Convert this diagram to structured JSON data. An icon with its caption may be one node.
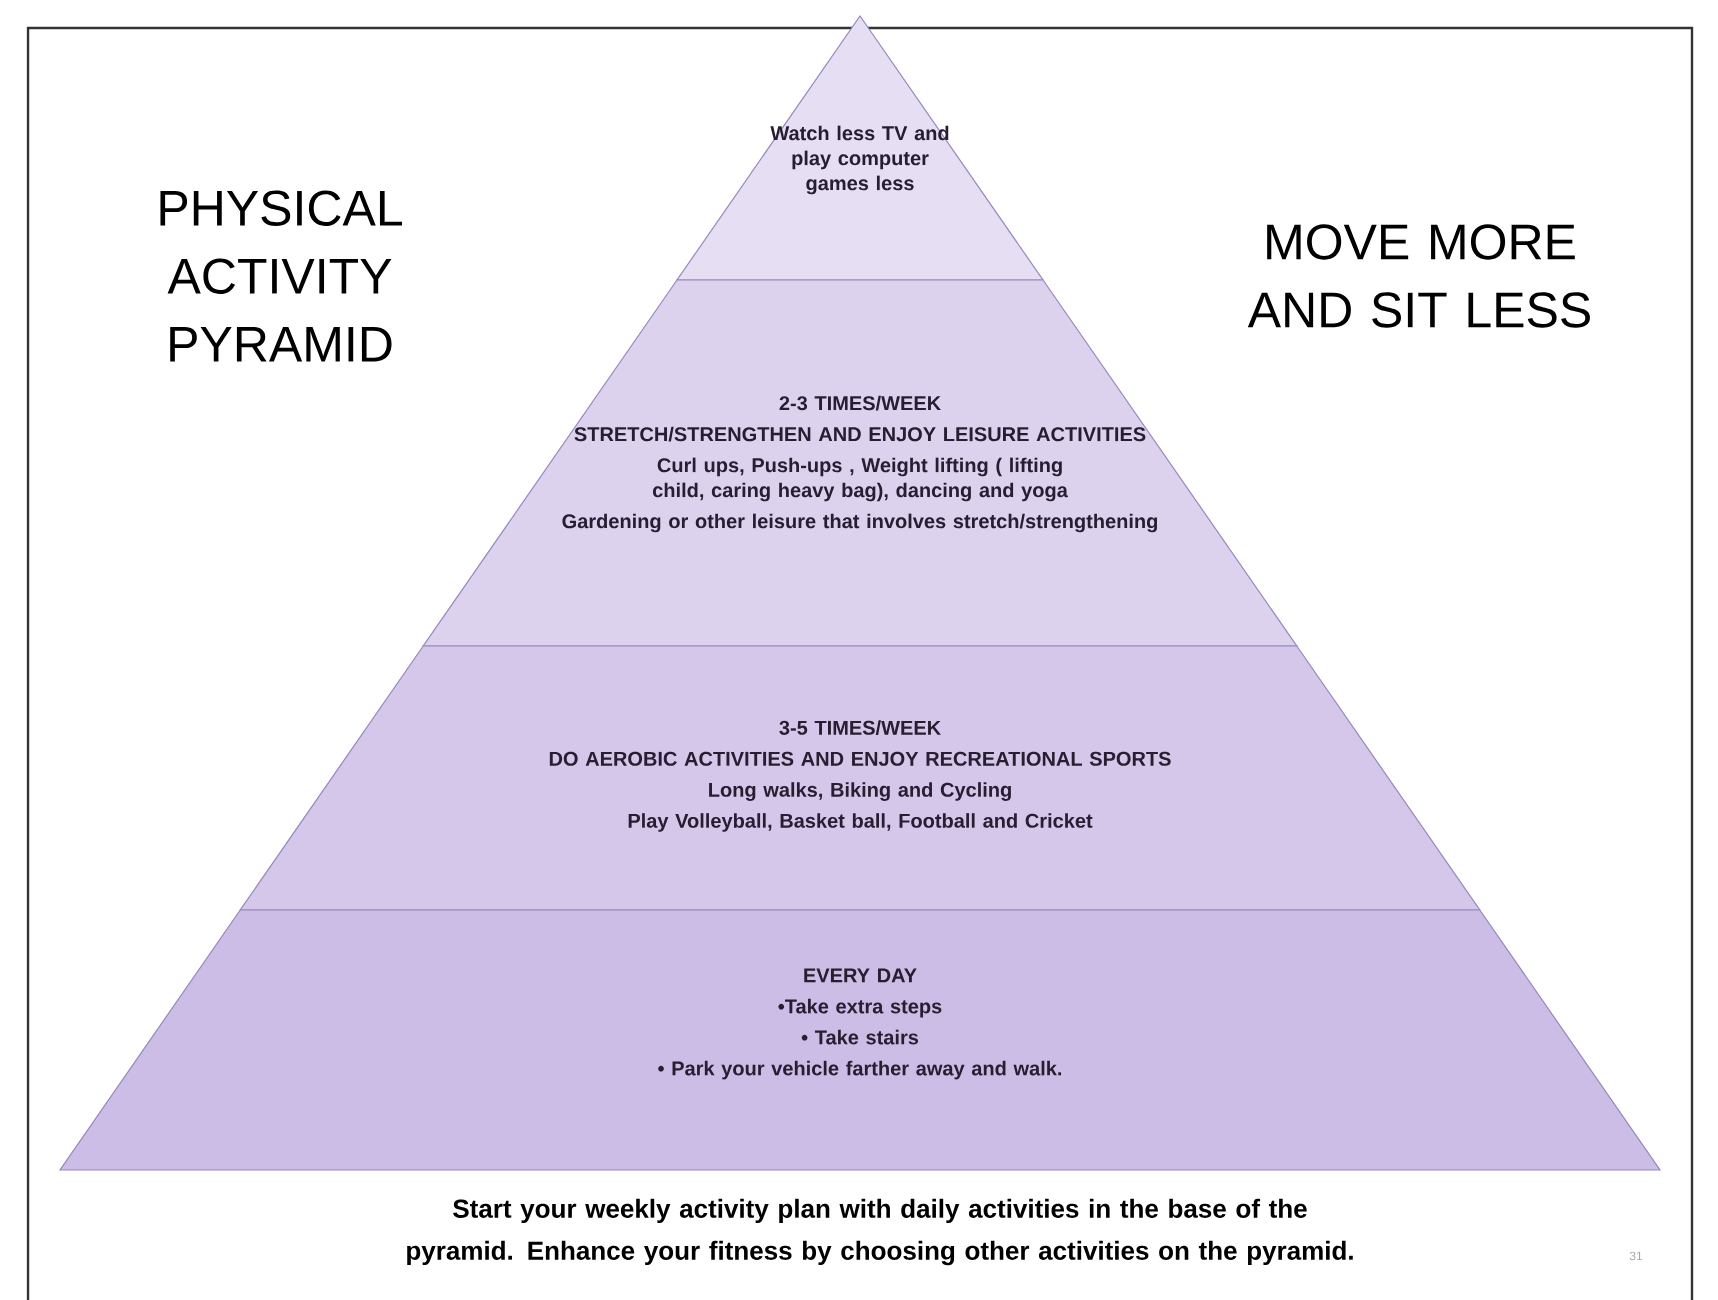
{
  "diagram": {
    "title": "PHYSICAL ACTIVITY PYRAMID",
    "caption": "Start your weekly activity plan with daily activities in the base of the pyramid. Enhance your fitness by choosing other activities on the pyramid.",
    "nodes": [
      {
        "text": [
          "Watch less TV and play computer games less"
        ]
      },
      {
        "text": [
          "2-3 TIMES/WEEK",
          "STRETCH/STRENGTHEN AND ENJOY LEISURE ACTIVITIES",
          "Curl ups, Push-ups , Weight lifting ( lifting child, caring heavy bag), dancing and yoga",
          "Gardening or other leisure that involves stretch/strengthening"
        ]
      },
      {
        "text": [
          "3-5 TIMES/WEEK",
          "DO AEROBIC ACTIVITIES AND ENJOY RECREATIONAL SPORTS",
          "Long walks, Biking and Cycling",
          "Play Volleyball, Basket ball, Football and Cricket"
        ]
      },
      {
        "text": [
          "EVERY DAY",
          "•Take extra steps",
          "• Take stairs",
          "• Park your vehicle farther away and walk."
        ]
      }
    ],
    "labels": [
      "MOVE MORE AND SIT LESS",
      "31"
    ]
  }
}
